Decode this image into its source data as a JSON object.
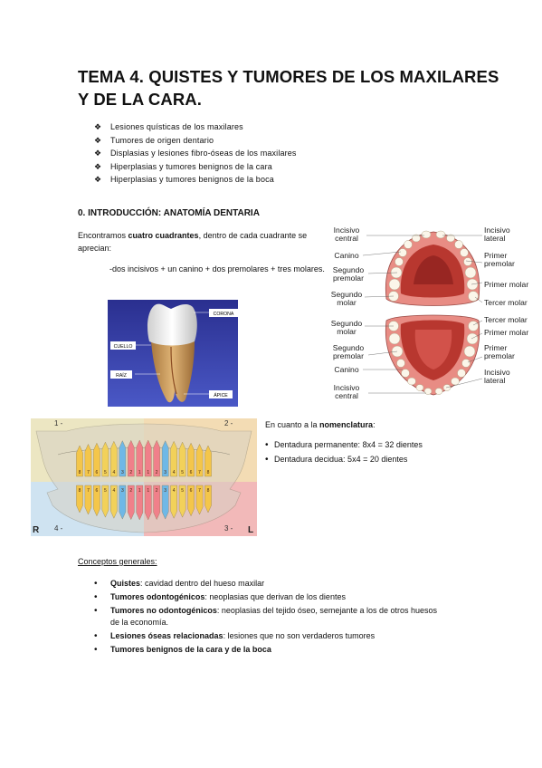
{
  "title": {
    "line1": "TEMA 4. QUISTES Y TUMORES DE LOS MAXILARES",
    "line2": "Y DE LA CARA."
  },
  "topics": [
    "Lesiones quísticas de los maxilares",
    "Tumores de origen dentario",
    "Displasias y lesiones fibro-óseas de los maxilares",
    "Hiperplasias y tumores benignos de la cara",
    "Hiperplasias y tumores benignos de la boca"
  ],
  "intro": {
    "heading": "0. INTRODUCCIÓN: ANATOMÍA DENTARIA",
    "text_pre": "Encontramos ",
    "text_bold": "cuatro cuadrantes",
    "text_post": ", dentro de cada cuadrante se aprecian:",
    "formula": "-dos incisivos + un canino + dos premolares + tres molares."
  },
  "tooth_diagram": {
    "corona": "CORONA",
    "cuello": "CUELLO",
    "raiz": "RAÍZ",
    "apice": "ÁPICE"
  },
  "arch_diagram": {
    "incisivo_central": [
      "Incisivo",
      "central"
    ],
    "canino": "Canino",
    "segundo_premolar": [
      "Segundo",
      "premolar"
    ],
    "segundo_molar": [
      "Segundo",
      "molar"
    ],
    "incisivo_lateral": [
      "Incisivo",
      "lateral"
    ],
    "primer_premolar": [
      "Primer",
      "premolar"
    ],
    "primer_molar": "Primer molar",
    "tercer_molar": "Tercer molar"
  },
  "jaw_diagram": {
    "q1": "1 -",
    "q2": "2 -",
    "q3": "3 -",
    "q4": "4 -",
    "left": "R",
    "right": "L",
    "upper_numbers_left": [
      "8",
      "7",
      "6",
      "5",
      "4",
      "3",
      "2",
      "1"
    ],
    "upper_numbers_right": [
      "1",
      "2",
      "3",
      "4",
      "5",
      "6",
      "7",
      "8"
    ],
    "lower_numbers_left": [
      "8",
      "7",
      "6",
      "5",
      "4",
      "3",
      "2",
      "1"
    ],
    "lower_numbers_right": [
      "1",
      "2",
      "3",
      "4",
      "5",
      "6",
      "7",
      "8"
    ]
  },
  "nomenclature": {
    "prefix": "En cuanto a la ",
    "bold": "nomenclatura",
    "suffix": ":",
    "items": [
      "Dentadura permanente: 8x4 = 32 dientes",
      "Dentadura decidua: 5x4 = 20 dientes"
    ]
  },
  "concepts": {
    "heading": "Conceptos generales:",
    "items": [
      {
        "term": "Quistes",
        "desc": ": cavidad dentro del hueso maxilar"
      },
      {
        "term": "Tumores odontogénicos",
        "desc": ": neoplasias que derivan de los dientes"
      },
      {
        "term": "Tumores no odontogénicos",
        "desc": ": neoplasias del tejido óseo, semejante a los de otros huesos de la economía."
      },
      {
        "term": "Lesiones óseas relacionadas",
        "desc": ": lesiones que no son verdaderos tumores"
      },
      {
        "term": "Tumores benignos de la cara y de la boca",
        "desc": ""
      }
    ]
  }
}
